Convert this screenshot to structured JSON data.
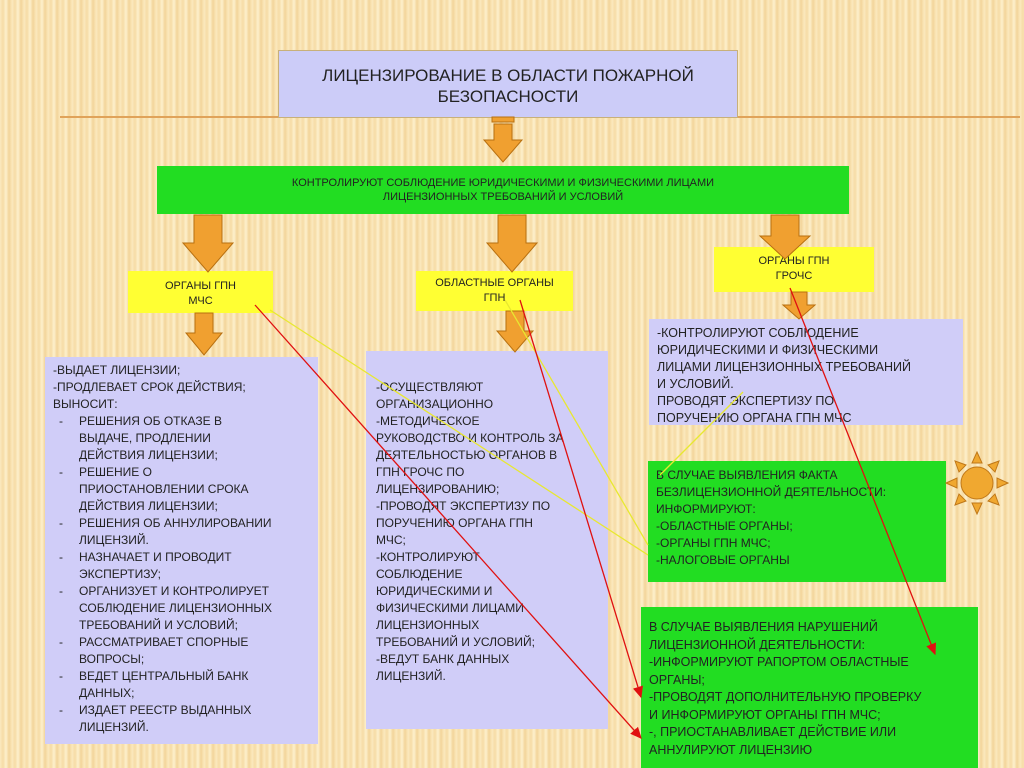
{
  "title": "ЛИЦЕНЗИРОВАНИЕ В ОБЛАСТИ ПОЖАРНОЙ БЕЗОПАСНОСТИ",
  "top_box": {
    "lines": [
      "КОНТРОЛИРУЮТ СОБЛЮДЕНИЕ ЮРИДИЧЕСКИМИ И ФИЗИЧЕСКИМИ ЛИЦАМИ",
      "ЛИЦЕНЗИОННЫХ ТРЕБОВАНИЙ И УСЛОВИЙ"
    ]
  },
  "organs": {
    "mchs": [
      "ОРГАНЫ ГПН",
      "МЧС"
    ],
    "regional": [
      "ОБЛАСТНЫЕ ОРГАНЫ",
      "ГПН"
    ],
    "grochs": [
      "ОРГАНЫ ГПН",
      "ГРОЧС"
    ]
  },
  "mchs_box": {
    "intro": [
      "-ВЫДАЕТ ЛИЦЕНЗИИ;",
      "-ПРОДЛЕВАЕТ СРОК ДЕЙСТВИЯ;",
      "ВЫНОСИТ:"
    ],
    "bullets": [
      [
        "РЕШЕНИЯ ОБ ОТКАЗЕ В",
        "ВЫДАЧЕ, ПРОДЛЕНИИ",
        "ДЕЙСТВИЯ ЛИЦЕНЗИИ;"
      ],
      [
        "РЕШЕНИЕ О",
        "ПРИОСТАНОВЛЕНИИ СРОКА",
        "ДЕЙСТВИЯ ЛИЦЕНЗИИ;"
      ],
      [
        "РЕШЕНИЯ ОБ АННУЛИРОВАНИИ",
        "ЛИЦЕНЗИЙ."
      ],
      [
        "НАЗНАЧАЕТ И ПРОВОДИТ",
        "ЭКСПЕРТИЗУ;"
      ],
      [
        "ОРГАНИЗУЕТ И КОНТРОЛИРУЕТ",
        "СОБЛЮДЕНИЕ ЛИЦЕНЗИОННЫХ",
        "ТРЕБОВАНИЙ И УСЛОВИЙ;"
      ],
      [
        "РАССМАТРИВАЕТ СПОРНЫЕ",
        "ВОПРОСЫ;"
      ],
      [
        "ВЕДЕТ ЦЕНТРАЛЬНЫЙ БАНК",
        "ДАННЫХ;"
      ],
      [
        "ИЗДАЕТ РЕЕСТР ВЫДАННЫХ",
        "ЛИЦЕНЗИЙ."
      ]
    ]
  },
  "regional_box": {
    "lines": [
      "-ОСУЩЕСТВЛЯЮТ",
      "ОРГАНИЗАЦИОННО",
      "-МЕТОДИЧЕСКОЕ",
      "РУКОВОДСТВО И КОНТРОЛЬ ЗА",
      "ДЕЯТЕЛЬНОСТЬЮ  ОРГАНОВ В",
      "ГПН ГРОЧС ПО",
      "ЛИЦЕНЗИРОВАНИЮ;",
      "-ПРОВОДЯТ ЭКСПЕРТИЗУ ПО",
      "ПОРУЧЕНИЮ  ОРГАНА ГПН",
      "МЧС;",
      "-КОНТРОЛИРУЮТ",
      "СОБЛЮДЕНИЕ",
      "ЮРИДИЧЕСКИМИ И",
      "ФИЗИЧЕСКИМИ ЛИЦАМИ",
      "ЛИЦЕНЗИОННЫХ",
      "ТРЕБОВАНИЙ И УСЛОВИЙ;",
      "-ВЕДУТ БАНК ДАННЫХ",
      "ЛИЦЕНЗИЙ."
    ]
  },
  "grochs_box": {
    "lines": [
      "-КОНТРОЛИРУЮТ СОБЛЮДЕНИЕ",
      "ЮРИДИЧЕСКИМИ И ФИЗИЧЕСКИМИ",
      "ЛИЦАМИ ЛИЦЕНЗИОННЫХ ТРЕБОВАНИЙ",
      "И УСЛОВИЙ.",
      "ПРОВОДЯТ ЭКСПЕРТИЗУ ПО",
      "ПОРУЧЕНИЮ  ОРГАНА ГПН МЧС"
    ]
  },
  "unlicensed_box": {
    "lines": [
      "В СЛУЧАЕ ВЫЯВЛЕНИЯ ФАКТА",
      "БЕЗЛИЦЕНЗИОННОЙ ДЕЯТЕЛЬНОСТИ:",
      "ИНФОРМИРУЮТ:",
      "-ОБЛАСТНЫЕ ОРГАНЫ;",
      "-ОРГАНЫ ГПН МЧС;",
      "-НАЛОГОВЫЕ ОРГАНЫ"
    ]
  },
  "violations_box": {
    "lines": [
      "В СЛУЧАЕ ВЫЯВЛЕНИЯ НАРУШЕНИЙ",
      "ЛИЦЕНЗИОННОЙ ДЕЯТЕЛЬНОСТИ:",
      "-ИНФОРМИРУЮТ РАПОРТОМ ОБЛАСТНЫЕ",
      "ОРГАНЫ;",
      "-ПРОВОДЯТ ДОПОЛНИТЕЛЬНУЮ ПРОВЕРКУ",
      "И ИНФОРМИРУЮТ ОРГАНЫ ГПН  МЧС;",
      "-, ПРИОСТАНАВЛИВАЕТ ДЕЙСТВИЕ ИЛИ",
      "АННУЛИРУЮТ ЛИЦЕНЗИЮ"
    ]
  },
  "colors": {
    "arrow_fill": "#f0a030",
    "arrow_stroke": "#b87010",
    "red_connector": "#e01010",
    "yellow_connector": "#e8e830",
    "sun": "#f0a830"
  },
  "icons": {
    "sun": "sun-icon",
    "down_arrow": "down-arrow-icon"
  }
}
